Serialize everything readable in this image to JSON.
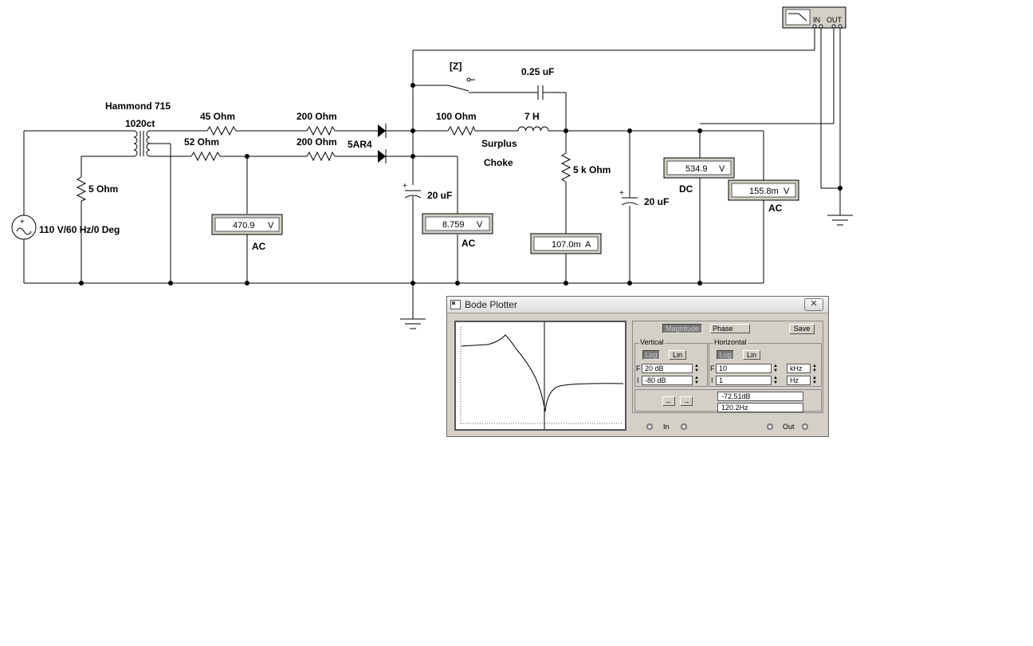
{
  "circuit": {
    "labels": {
      "transformer_name": "Hammond 715",
      "transformer_sub": "1020ct",
      "r1": "45  Ohm",
      "r2": "52  Ohm",
      "r3": "200  Ohm",
      "r4": "200  Ohm",
      "rectifier": "5AR4",
      "r5": "5  Ohm",
      "source": "110 V/60 Hz/0 Deg",
      "switch_key": "[Z]",
      "cap_top": "0.25 uF",
      "r_choke": "100  Ohm",
      "inductor": "7 H",
      "choke_1": "Surplus",
      "choke_2": "Choke",
      "r_load": "5 k Ohm",
      "cap1": "20 uF",
      "cap2": "20 uF",
      "mode_ac_1": "AC",
      "mode_ac_2": "AC",
      "mode_dc": "DC",
      "mode_ac_3": "AC"
    },
    "meters": {
      "m1": {
        "value": "470.9",
        "unit": "V"
      },
      "m2": {
        "value": "8.759",
        "unit": "V"
      },
      "m3": {
        "value": "107.0m",
        "unit": "A"
      },
      "m4": {
        "value": "534.9",
        "unit": "V"
      },
      "m5": {
        "value": "155.8m",
        "unit": "V"
      }
    },
    "bode_symbol": {
      "in": "IN",
      "out": "OUT"
    }
  },
  "bode_window": {
    "title": "Bode Plotter",
    "close_glyph": "✕",
    "buttons": {
      "magnitude": "Magnitude",
      "phase": "Phase",
      "save": "Save"
    },
    "vertical": {
      "title": "Vertical",
      "log": "Log",
      "lin": "Lin",
      "f_label": "F",
      "i_label": "I",
      "final": "20 dB",
      "initial": "-80 dB"
    },
    "horizontal": {
      "title": "Horizontal",
      "log": "Log",
      "lin": "Lin",
      "f_label": "F",
      "i_label": "I",
      "final": "10",
      "final_unit": "kHz",
      "initial": "1",
      "initial_unit": "Hz"
    },
    "arrows": {
      "left": "←",
      "right": "→"
    },
    "readout": {
      "magnitude": "-72.51dB",
      "frequency": "120.2Hz"
    },
    "terminals": {
      "in": "In",
      "out": "Out"
    }
  }
}
